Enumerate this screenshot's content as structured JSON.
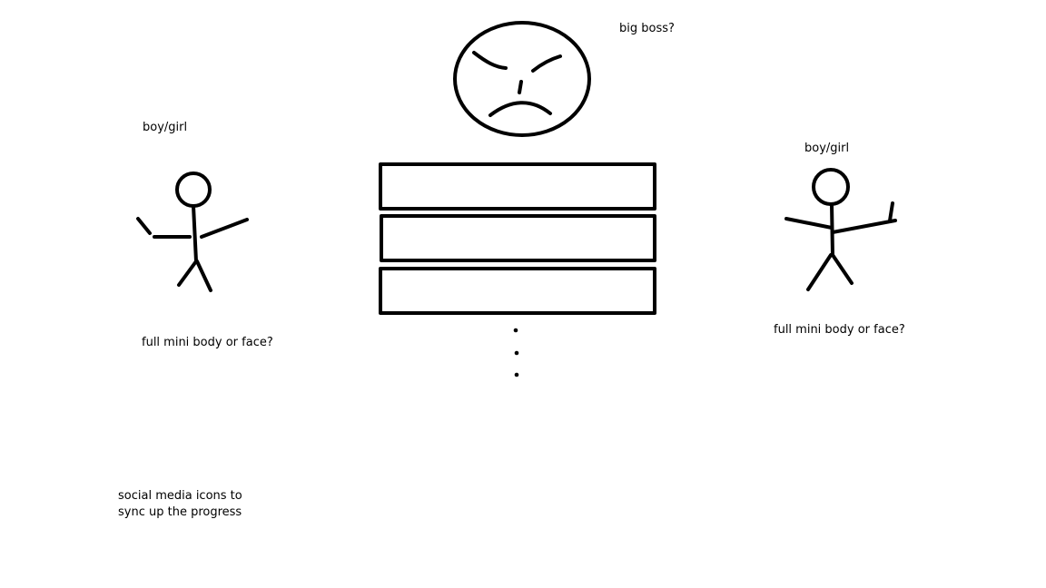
{
  "annotations": {
    "boss_label": "big boss?",
    "left_player_label": "boy/girl",
    "right_player_label": "boy/girl",
    "left_avatar_question": "full mini body or face?",
    "right_avatar_question": "full mini body or face?",
    "social_note_line1": "social media icons to",
    "social_note_line2": "sync up the progress"
  },
  "list": {
    "row_count": 3,
    "continuation": "ellipsis"
  },
  "colors": {
    "ink": "#000000",
    "background": "#ffffff"
  },
  "icons": [
    "angry-boss-face-icon",
    "stick-figure-icon",
    "vertical-ellipsis-icon"
  ]
}
